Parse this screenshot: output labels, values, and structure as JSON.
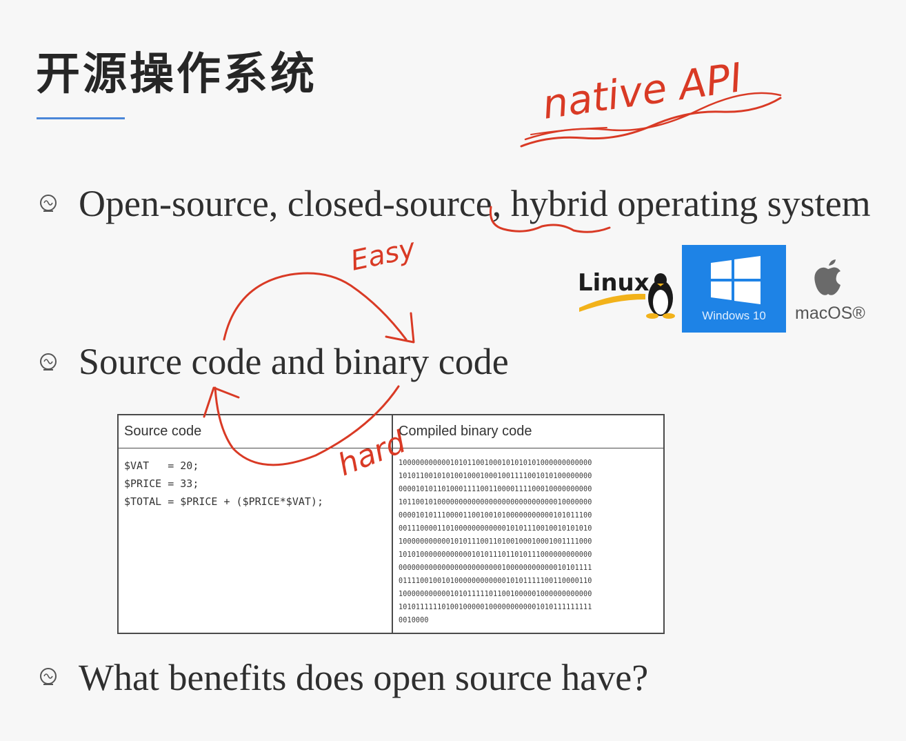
{
  "slide": {
    "title": "开源操作系统",
    "bullets": [
      "Open-source, closed-source, hybrid operating system",
      "Source code and binary code",
      "What benefits does open source have?"
    ]
  },
  "logos": {
    "linux": "Linux",
    "windows": "Windows 10",
    "mac": "macOS®"
  },
  "code_table": {
    "headers": [
      "Source code",
      "Compiled binary code"
    ],
    "source_lines": [
      "$VAT   = 20;",
      "$PRICE = 33;",
      "$TOTAL = $PRICE + ($PRICE*$VAT);"
    ],
    "binary_lines": [
      "100000000000101011001000101010101000000000000",
      "101011001010100100010001001111001010100000000",
      "000010101101000111100110000111100010000000000",
      "101100101000000000000000000000000000010000000",
      "000010101110000110010010100000000000101011100",
      "001110000110100000000000010101110010010101010",
      "100000000000101011100110100100010001001111000",
      "101010000000000001010111011010111000000000000",
      "000000000000000000000000100000000000010101111",
      "011110010010100000000000010101111100110000110",
      "100000000000101011111011001000001000000000000",
      "101011111101001000001000000000001010111111111",
      "0010000"
    ]
  },
  "annotations": {
    "native_api": "native API",
    "easy": "Easy",
    "hard": "hard"
  },
  "colors": {
    "accent_blue": "#4a86d8",
    "ink_red": "#d93a25",
    "windows_blue": "#1e83e6"
  }
}
